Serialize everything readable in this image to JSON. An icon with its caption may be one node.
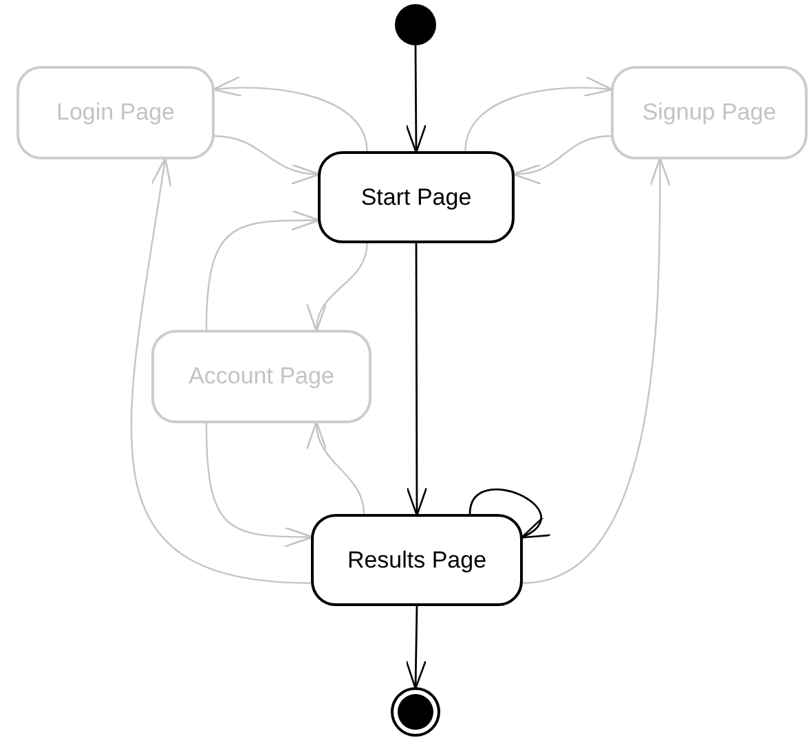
{
  "diagram": {
    "nodes": [
      {
        "text": [],
        "shape": "circle"
      },
      {
        "text": [
          "Login Page"
        ]
      },
      {
        "text": [
          "Start Page"
        ]
      },
      {
        "text": [
          "Signup Page"
        ]
      },
      {
        "text": [
          "Account Page"
        ]
      },
      {
        "text": [
          "Results Page"
        ]
      },
      {
        "text": [],
        "shape": "circle"
      }
    ],
    "edges": [
      {
        "from": 0,
        "to": 2,
        "arrow": "to",
        "color": "#000000"
      },
      {
        "from": 2,
        "to": 1,
        "arrow": "to"
      },
      {
        "from": 1,
        "to": 2,
        "arrow": "to"
      },
      {
        "from": 2,
        "to": 3,
        "arrow": "to"
      },
      {
        "from": 3,
        "to": 2,
        "arrow": "to"
      },
      {
        "from": 2,
        "to": 4,
        "arrow": "to"
      },
      {
        "from": 4,
        "to": 2,
        "arrow": "to"
      },
      {
        "from": 2,
        "to": 5,
        "arrow": "to",
        "color": "#000000"
      },
      {
        "from": 4,
        "to": 5,
        "arrow": "to"
      },
      {
        "from": 5,
        "to": 4,
        "arrow": "to"
      },
      {
        "from": 5,
        "to": 1,
        "arrow": "to"
      },
      {
        "from": 5,
        "to": 3,
        "arrow": "to"
      },
      {
        "from": 5,
        "to": 5,
        "arrow": "to",
        "color": "#000000"
      },
      {
        "from": 5,
        "to": 6,
        "arrow": "to",
        "color": "#000000"
      }
    ]
  }
}
